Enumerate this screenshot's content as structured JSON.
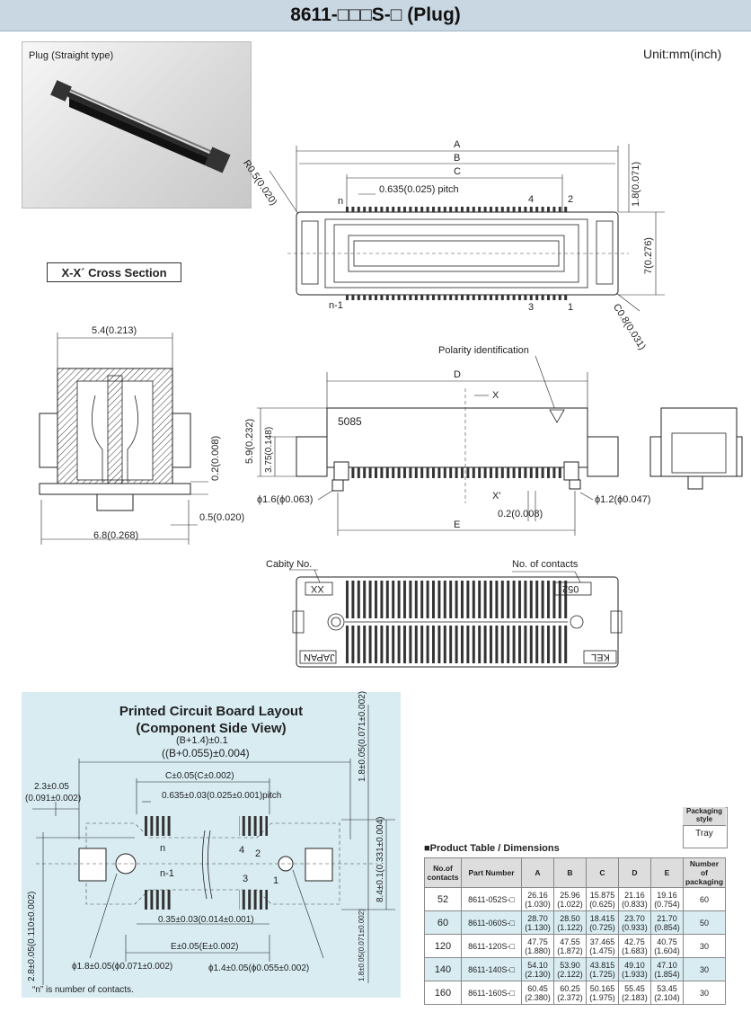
{
  "title": "8611-□□□S-□ (Plug)",
  "photo_caption": "Plug (Straight type)",
  "unit": "Unit:mm(inch)",
  "cross_section_label": "X-X´ Cross Section",
  "top_view": {
    "dim_a": "A",
    "dim_b": "B",
    "dim_c": "C",
    "pitch": "0.635(0.025) pitch",
    "radius": "R0.5(0.020)",
    "h1": "1.8(0.071)",
    "h7": "7(0.276)",
    "chamfer": "C0.8(0.031)",
    "pin_n": "n",
    "pin_4": "4",
    "pin_2": "2",
    "pin_n1": "n-1",
    "pin_3": "3",
    "pin_1": "1"
  },
  "cross_section": {
    "w54": "5.4(0.213)",
    "d02": "0.2(0.008)",
    "d05": "0.5(0.020)",
    "w68": "6.8(0.268)"
  },
  "side_view": {
    "polarity": "Polarity identification",
    "dim_d": "D",
    "x": "X",
    "x_prime": "X'",
    "model": "5085",
    "h59": "5.9(0.232)",
    "h375": "3.75(0.148)",
    "phi16": "ϕ1.6(ϕ0.063)",
    "phi12": "ϕ1.2(ϕ0.047)",
    "d02": "0.2(0.008)",
    "dim_e": "E"
  },
  "bottom_view": {
    "cavity": "Cabity No.",
    "contacts": "No. of contacts",
    "cavity_mark": "XX",
    "contacts_mark": "052",
    "japan": "JAPAN",
    "kel": "KEL"
  },
  "pcb": {
    "title_line1": "Printed Circuit Board Layout",
    "title_line2": "(Component Side View)",
    "b14": "(B+1.4)±0.1",
    "b14_in": "((B+0.055)±0.004)",
    "c005": "C±0.05(C±0.002)",
    "pitch": "0.635±0.03(0.025±0.001)pitch",
    "d23": "2.3±0.05",
    "d23_in": "(0.091±0.002)",
    "d18": "1.8±0.05(0.071±0.002)",
    "d84": "8.4±0.1(0.331±0.004)",
    "d28": "2.8±0.05(0.110±0.002)",
    "d035": "0.35±0.03(0.014±0.001)",
    "e005": "E±0.05(E±0.002)",
    "phi18": "ϕ1.8±0.05(ϕ0.071±0.002)",
    "phi14": "ϕ1.4±0.05(ϕ0.055±0.002)",
    "d18b": "1.8±0.05(0.071±0.002)",
    "pin_n": "n",
    "pin_4": "4",
    "pin_2": "2",
    "pin_n1": "n-1",
    "pin_3": "3",
    "pin_1": "1",
    "note": "“n” is number of contacts."
  },
  "packaging": {
    "header": "Packaging style",
    "value": "Tray"
  },
  "table": {
    "title": "■Product Table / Dimensions",
    "headers": [
      "No.of contacts",
      "Part Number",
      "A",
      "B",
      "C",
      "D",
      "E",
      "Number of packaging"
    ],
    "rows": [
      {
        "n": "52",
        "pn": "8611-052S-□",
        "a": "26.16",
        "a_in": "(1.030)",
        "b": "25.96",
        "b_in": "(1.022)",
        "c": "15.875",
        "c_in": "(0.625)",
        "d": "21.16",
        "d_in": "(0.833)",
        "e": "19.16",
        "e_in": "(0.754)",
        "pkg": "60"
      },
      {
        "n": "60",
        "pn": "8611-060S-□",
        "a": "28.70",
        "a_in": "(1.130)",
        "b": "28.50",
        "b_in": "(1.122)",
        "c": "18.415",
        "c_in": "(0.725)",
        "d": "23.70",
        "d_in": "(0.933)",
        "e": "21.70",
        "e_in": "(0.854)",
        "pkg": "50"
      },
      {
        "n": "120",
        "pn": "8611-120S-□",
        "a": "47.75",
        "a_in": "(1.880)",
        "b": "47.55",
        "b_in": "(1.872)",
        "c": "37.465",
        "c_in": "(1.475)",
        "d": "42.75",
        "d_in": "(1.683)",
        "e": "40.75",
        "e_in": "(1.604)",
        "pkg": "30"
      },
      {
        "n": "140",
        "pn": "8611-140S-□",
        "a": "54.10",
        "a_in": "(2.130)",
        "b": "53.90",
        "b_in": "(2.122)",
        "c": "43.815",
        "c_in": "(1.725)",
        "d": "49.10",
        "d_in": "(1.933)",
        "e": "47.10",
        "e_in": "(1.854)",
        "pkg": "30"
      },
      {
        "n": "160",
        "pn": "8611-160S-□",
        "a": "60.45",
        "a_in": "(2.380)",
        "b": "60.25",
        "b_in": "(2.372)",
        "c": "50.165",
        "c_in": "(1.975)",
        "d": "55.45",
        "d_in": "(2.183)",
        "e": "53.45",
        "e_in": "(2.104)",
        "pkg": "30"
      }
    ]
  }
}
